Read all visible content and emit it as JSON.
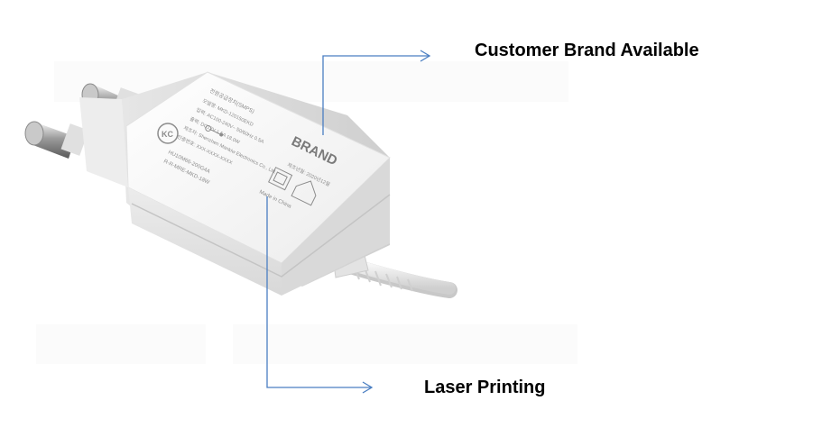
{
  "callouts": {
    "brand_label": "Customer Brand Available",
    "laser_label": "Laser Printing"
  },
  "product": {
    "type_line": "전원공급장치(SMPS)",
    "brand_mark": "BRAND",
    "model_line": "모델명: MKD-120150EKD",
    "input_line": "입력: AC100-240V~ 50/60Hz 0.5A",
    "output_line": "출력: DC12V 1.5A 18.0W",
    "maker_line": "제조자: Shenzhen Mankiw Electronics Co., Ltd.",
    "cert_line": "인증번호: XXX-XXXX-XXXX",
    "hu_line": "HU10M66-200G4A",
    "rmre_line": "R-R-MRE-MKD-18W",
    "date_line": "제조년월: 2020년12월",
    "origin_line": "Made in China",
    "kc_mark": "KC"
  },
  "colors": {
    "arrow": "#4a7ec2",
    "body": "#f2f2f2",
    "shadow": "#d2d2d2"
  }
}
